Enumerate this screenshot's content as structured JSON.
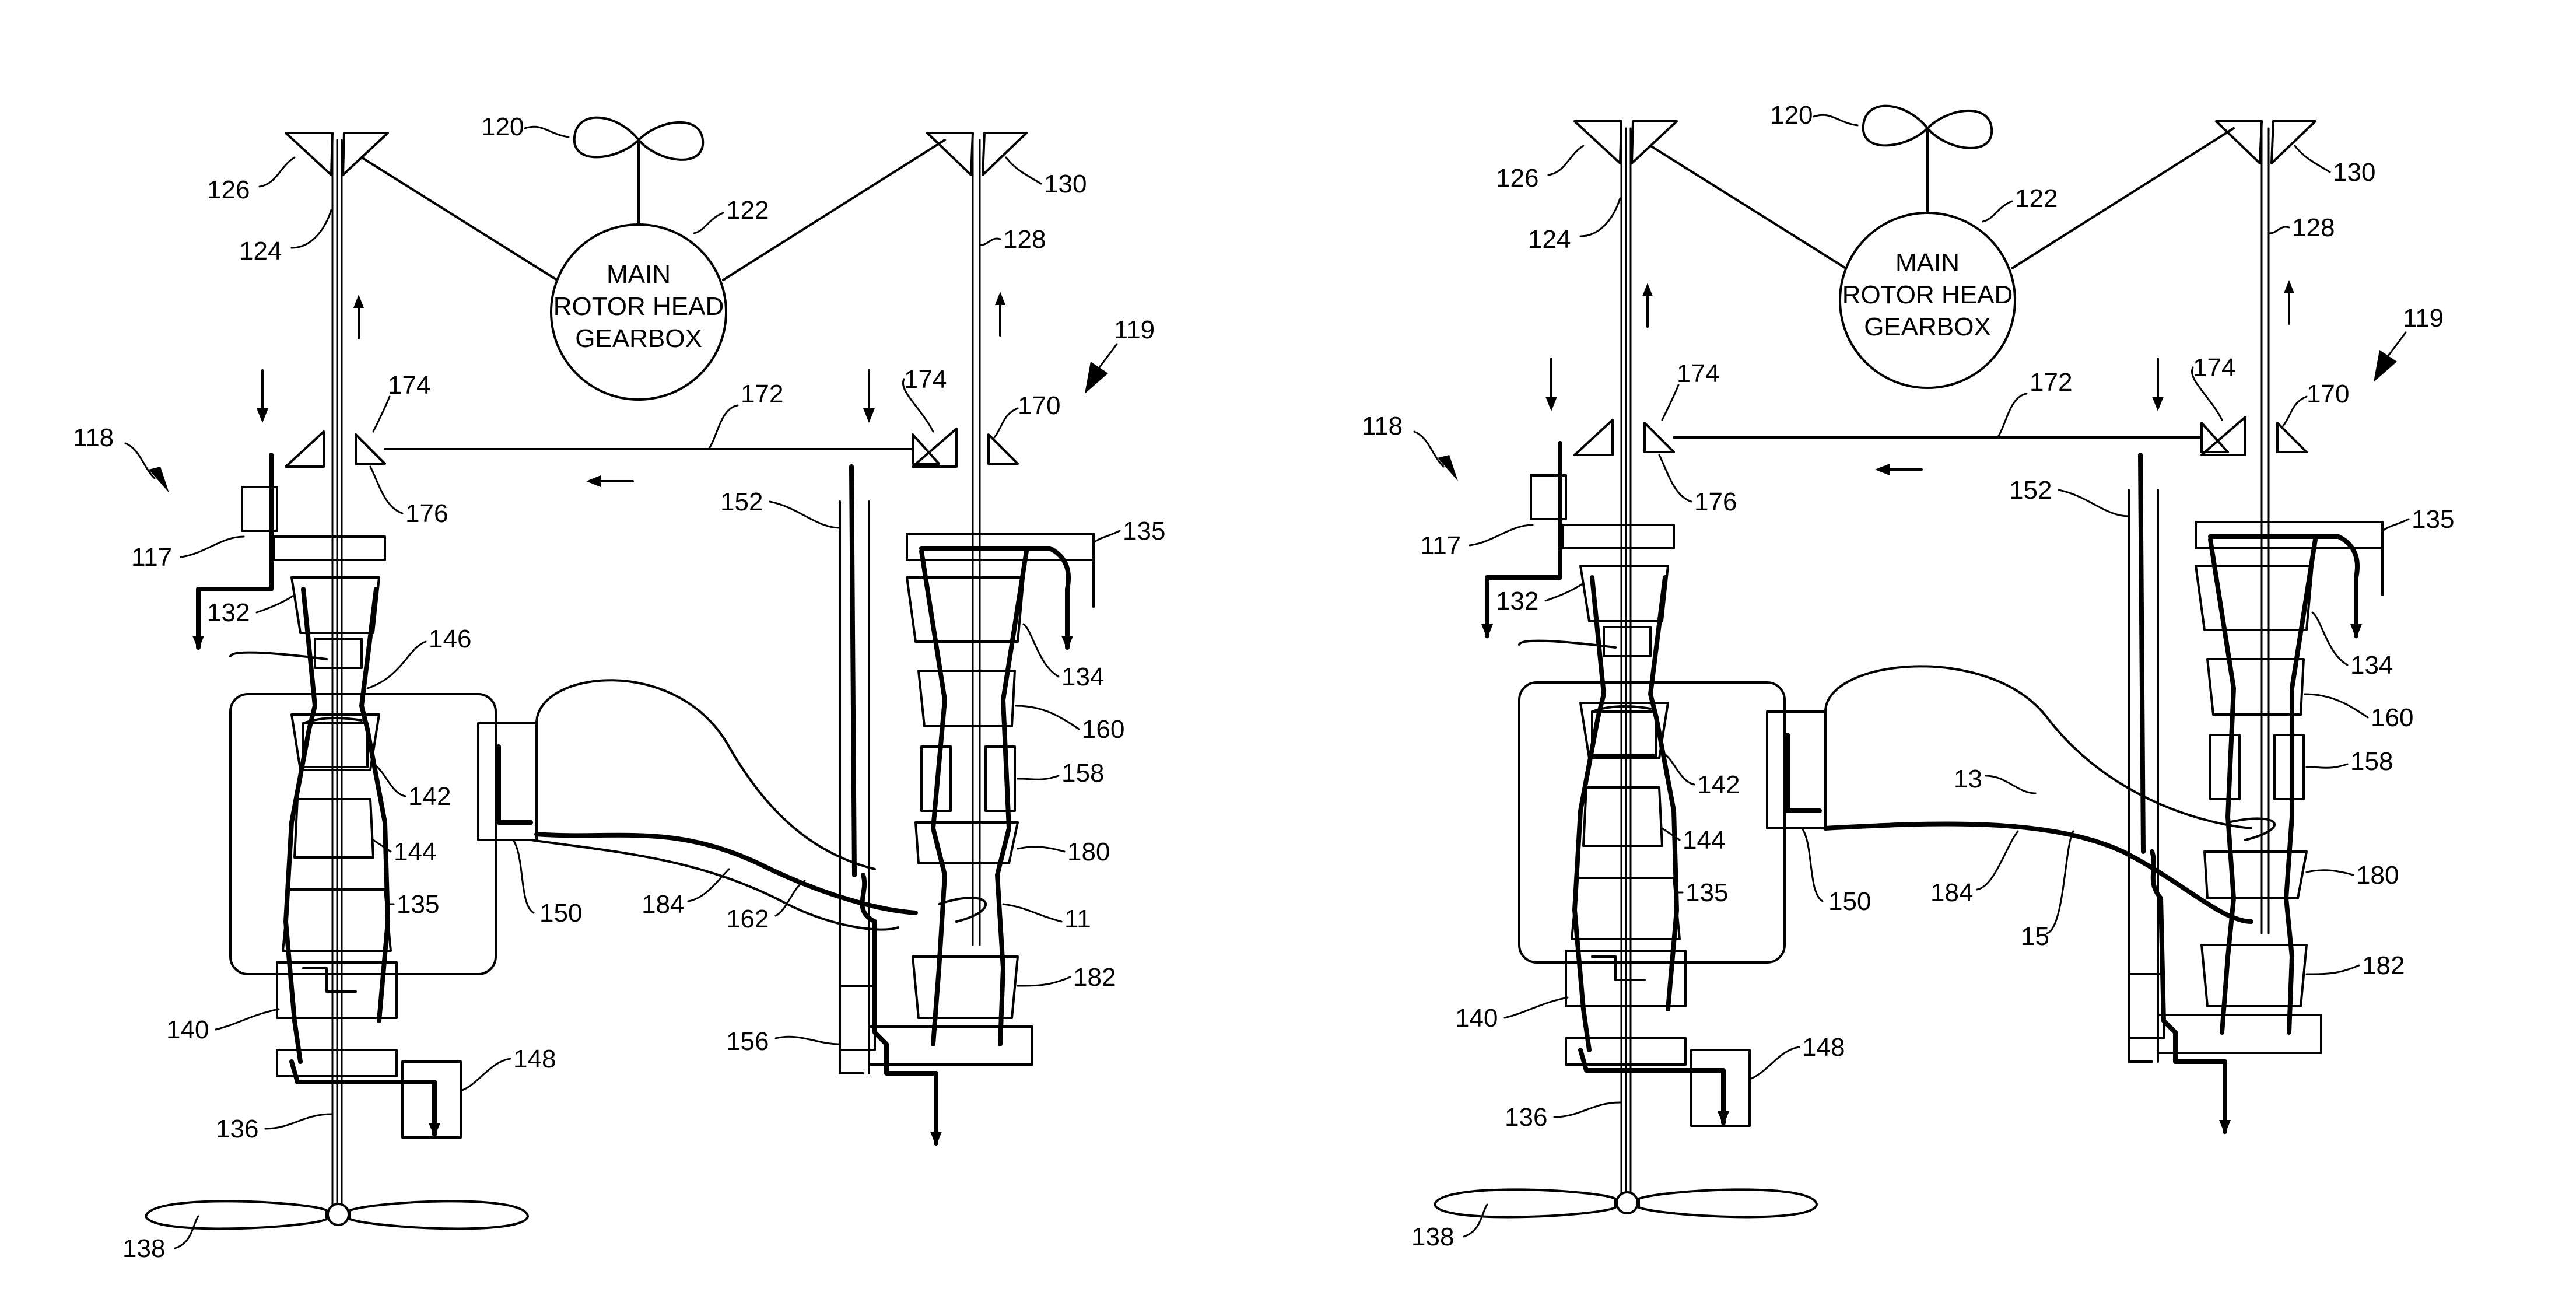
{
  "gearbox": {
    "line1": "MAIN",
    "line2": "ROTOR HEAD",
    "line3": "GEARBOX"
  },
  "left_figure": {
    "labels": {
      "l120": "120",
      "l122": "122",
      "l124": "124",
      "l126": "126",
      "l128": "128",
      "l130": "130",
      "l119": "119",
      "l118": "118",
      "l117": "117",
      "l174a": "174",
      "l174b": "174",
      "l170": "170",
      "l172": "172",
      "l176": "176",
      "l152": "152",
      "l135a": "135",
      "l132": "132",
      "l146": "146",
      "l134": "134",
      "l160": "160",
      "l142": "142",
      "l158": "158",
      "l144": "144",
      "l180": "180",
      "l135b": "135",
      "l150": "150",
      "l184": "184",
      "l162": "162",
      "l11": "11",
      "l182": "182",
      "l140": "140",
      "l148": "148",
      "l156": "156",
      "l136": "136",
      "l138": "138"
    }
  },
  "right_figure": {
    "labels": {
      "l120": "120",
      "l122": "122",
      "l124": "124",
      "l126": "126",
      "l128": "128",
      "l130": "130",
      "l119": "119",
      "l118": "118",
      "l117": "117",
      "l174a": "174",
      "l174b": "174",
      "l170": "170",
      "l172": "172",
      "l176": "176",
      "l152": "152",
      "l135a": "135",
      "l132": "132",
      "l134": "134",
      "l160": "160",
      "l142": "142",
      "l158": "158",
      "l13": "13",
      "l144": "144",
      "l180": "180",
      "l135b": "135",
      "l150": "150",
      "l184": "184",
      "l15": "15",
      "l182": "182",
      "l140": "140",
      "l148": "148",
      "l136": "136",
      "l138": "138"
    }
  }
}
